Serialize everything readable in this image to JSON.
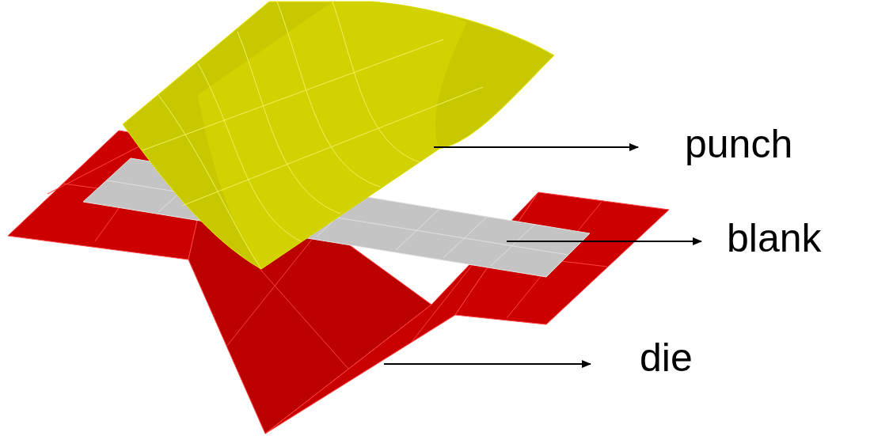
{
  "diagram": {
    "labels": [
      "punch",
      "blank",
      "die"
    ]
  }
}
